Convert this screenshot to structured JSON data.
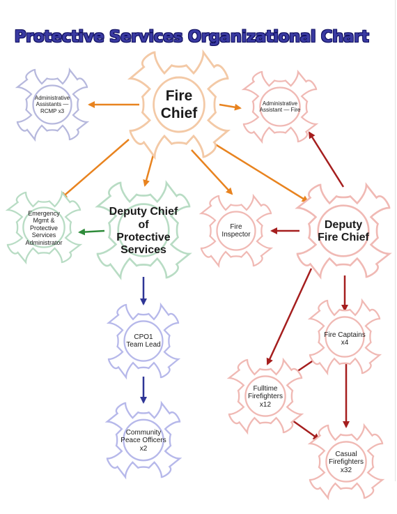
{
  "title": "Protective Services Organizational Chart",
  "colors": {
    "orange": "#e8831f",
    "darkred": "#a51e1e",
    "navy": "#2e3596",
    "green": "#2e8b3a",
    "badge_chief": "#f3c9a6",
    "badge_rcmp": "#b6b8dd",
    "badge_emergency": "#b8dcc4",
    "badge_red": "#f0b9b4",
    "badge_blue": "#b6b8ea"
  },
  "nodes": {
    "fire_chief": "Fire\nChief",
    "admin_rcmp": "Administrative\nAssistants —\nRCMP x3",
    "admin_fire": "Administrative\nAssistant — Fire",
    "emergency": "Emergency\nMgmt &\nProtective\nServices\nAdministrator",
    "deputy_protective": "Deputy Chief\nof\nProtective\nServices",
    "fire_inspector": "Fire\nInspector",
    "deputy_fire_chief": "Deputy\nFire Chief",
    "cpo1": "CPO1\nTeam Lead",
    "fire_captains": "Fire Captains\nx4",
    "fulltime_ff": "Fulltime\nFirefighters\nx12",
    "community_po": "Community\nPeace Officers\nx2",
    "casual_ff": "Casual\nFirefighters\nx32"
  }
}
